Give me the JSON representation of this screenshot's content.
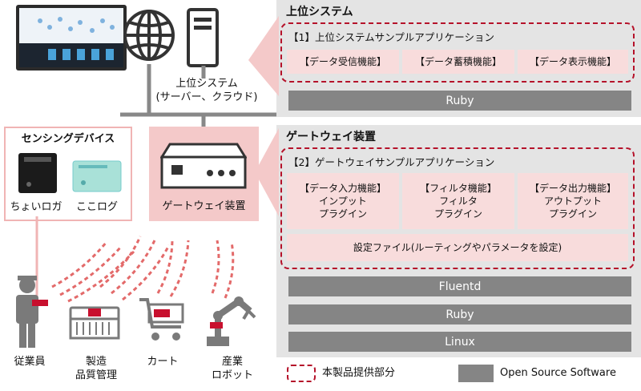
{
  "upper": {
    "section_title": "上位システム",
    "app_title": "【1】上位システムサンプルアプリケーション",
    "functions": [
      "【データ受信機能】",
      "【データ蓄積機能】",
      "【データ表示機能】"
    ],
    "oss": [
      "Ruby"
    ]
  },
  "gateway": {
    "section_title": "ゲートウェイ装置",
    "app_title": "【2】ゲートウェイサンプルアプリケーション",
    "plugins": [
      {
        "line1": "【データ入力機能】",
        "line2": "インプット",
        "line3": "プラグイン"
      },
      {
        "line1": "【フィルタ機能】",
        "line2": "フィルタ",
        "line3": "プラグイン"
      },
      {
        "line1": "【データ出力機能】",
        "line2": "アウトプット",
        "line3": "プラグイン"
      }
    ],
    "config": "設定ファイル(ルーティングやパラメータを設定)",
    "oss": [
      "Fluentd",
      "Ruby",
      "Linux"
    ]
  },
  "left": {
    "server_label_1": "上位システム",
    "server_label_2": "(サーバー、クラウド)",
    "gateway_label": "ゲートウェイ装置",
    "sensing_title": "センシングデバイス",
    "device1": "ちょいロガ",
    "device2": "ここログ",
    "things": [
      {
        "line1": "従業員",
        "line2": ""
      },
      {
        "line1": "製造",
        "line2": "品質管理"
      },
      {
        "line1": "カート",
        "line2": ""
      },
      {
        "line1": "産業",
        "line2": "ロボット"
      }
    ]
  },
  "legend": {
    "provided": "本製品提供部分",
    "oss": "Open Source Software"
  },
  "colors": {
    "accent": "#b5122a",
    "pink": "#f8dcdc",
    "panel": "#e4e4e4",
    "oss": "#858585"
  }
}
